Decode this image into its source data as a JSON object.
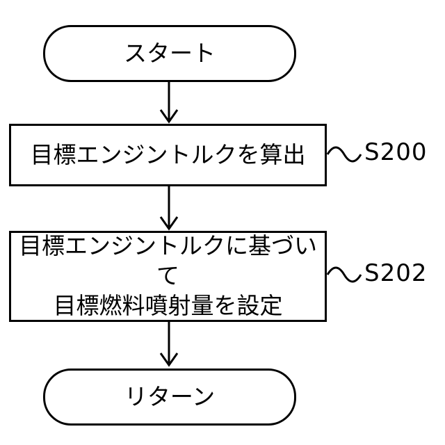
{
  "flowchart": {
    "start": {
      "label": "スタート"
    },
    "step_s200": {
      "text": "目標エンジントルクを算出",
      "id": "S200"
    },
    "step_s202": {
      "line1": "目標エンジントルクに基づいて",
      "line2": "目標燃料噴射量を設定",
      "id": "S202"
    },
    "end": {
      "label": "リターン"
    }
  },
  "colors": {
    "stroke": "#000000",
    "fill": "#ffffff"
  }
}
